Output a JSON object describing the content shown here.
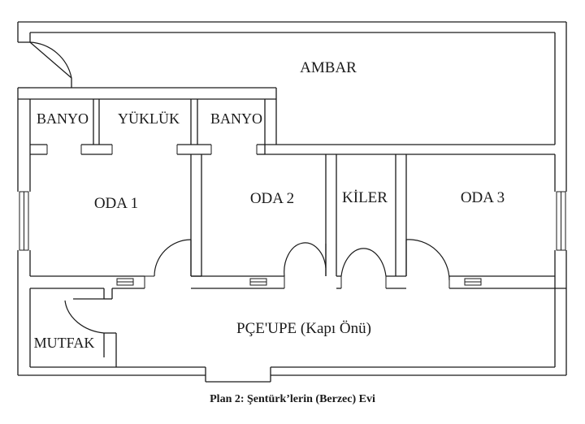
{
  "plan": {
    "rooms": {
      "ambar": "AMBAR",
      "banyo_1": "BANYO",
      "yukluk": "YÜKLÜK",
      "banyo_2": "BANYO",
      "oda_1": "ODA 1",
      "oda_2": "ODA 2",
      "kiler": "KİLER",
      "oda_3": "ODA 3",
      "pceupe": "PÇE'UPE (Kapı Önü)",
      "mutfak": "MUTFAK"
    },
    "caption": "Plan 2: Şentürk’lerin (Berzec) Evi"
  }
}
